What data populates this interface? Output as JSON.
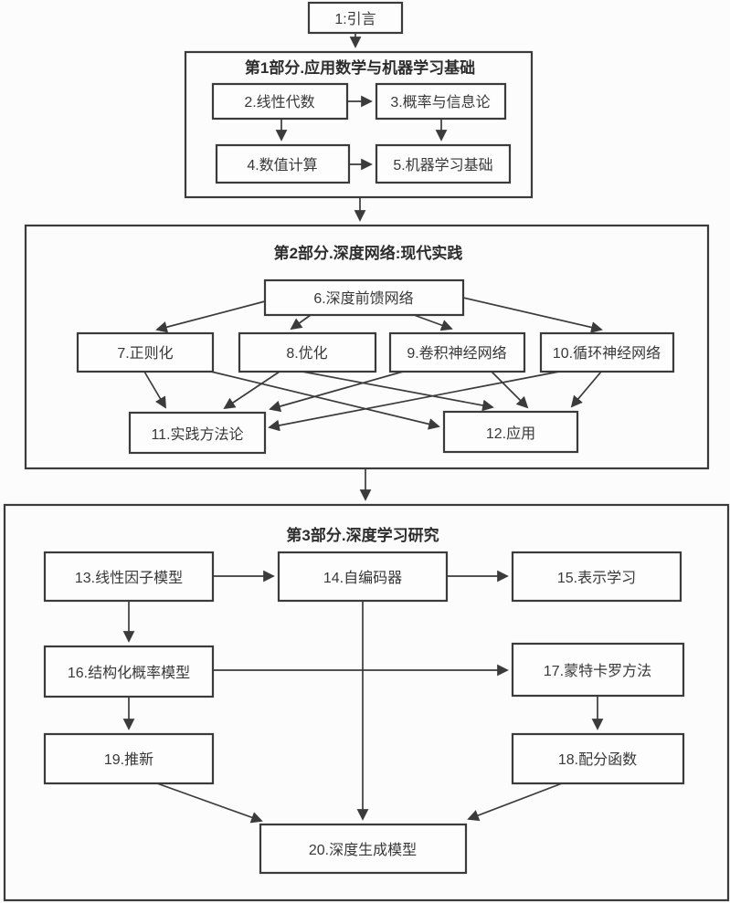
{
  "diagram": {
    "type": "flowchart",
    "description": "Deep learning book chapter organization flowchart, three parts",
    "colors": {
      "line": "#3b3b3b",
      "text": "#383838",
      "box_fill": "#fdfdfd",
      "background": "#fcfcfc"
    },
    "parts": {
      "part1": {
        "title": "第1部分.应用数学与机器学习基础"
      },
      "part2": {
        "title": "第2部分.深度网络:现代实践"
      },
      "part3": {
        "title": "第3部分.深度学习研究"
      }
    },
    "nodes": {
      "n1": {
        "label": "1:引言"
      },
      "n2": {
        "label": "2.线性代数"
      },
      "n3": {
        "label": "3.概率与信息论"
      },
      "n4": {
        "label": "4.数值计算"
      },
      "n5": {
        "label": "5.机器学习基础"
      },
      "n6": {
        "label": "6.深度前馈网络"
      },
      "n7": {
        "label": "7.正则化"
      },
      "n8": {
        "label": "8.优化"
      },
      "n9": {
        "label": "9.卷积神经网络"
      },
      "n10": {
        "label": "10.循环神经网络"
      },
      "n11": {
        "label": "11.实践方法论"
      },
      "n12": {
        "label": "12.应用"
      },
      "n13": {
        "label": "13.线性因子模型"
      },
      "n14": {
        "label": "14.自编码器"
      },
      "n15": {
        "label": "15.表示学习"
      },
      "n16": {
        "label": "16.结构化概率模型"
      },
      "n17": {
        "label": "17.蒙特卡罗方法"
      },
      "n18": {
        "label": "18.配分函数"
      },
      "n19": {
        "label": "19.推新"
      },
      "n20": {
        "label": "20.深度生成模型"
      }
    },
    "edges": [
      "1→part1",
      "2→3",
      "2→4",
      "3→5",
      "4→5",
      "part1→part2",
      "6→7",
      "6→8",
      "6→9",
      "6→10",
      "7→11",
      "7→12",
      "8→11",
      "8→12",
      "9→11",
      "9→12",
      "10→11",
      "10→12",
      "part2→part3",
      "13→14",
      "14→15",
      "13→16",
      "16→17",
      "16→19",
      "17→18",
      "14→20",
      "19→20",
      "18→20"
    ]
  }
}
